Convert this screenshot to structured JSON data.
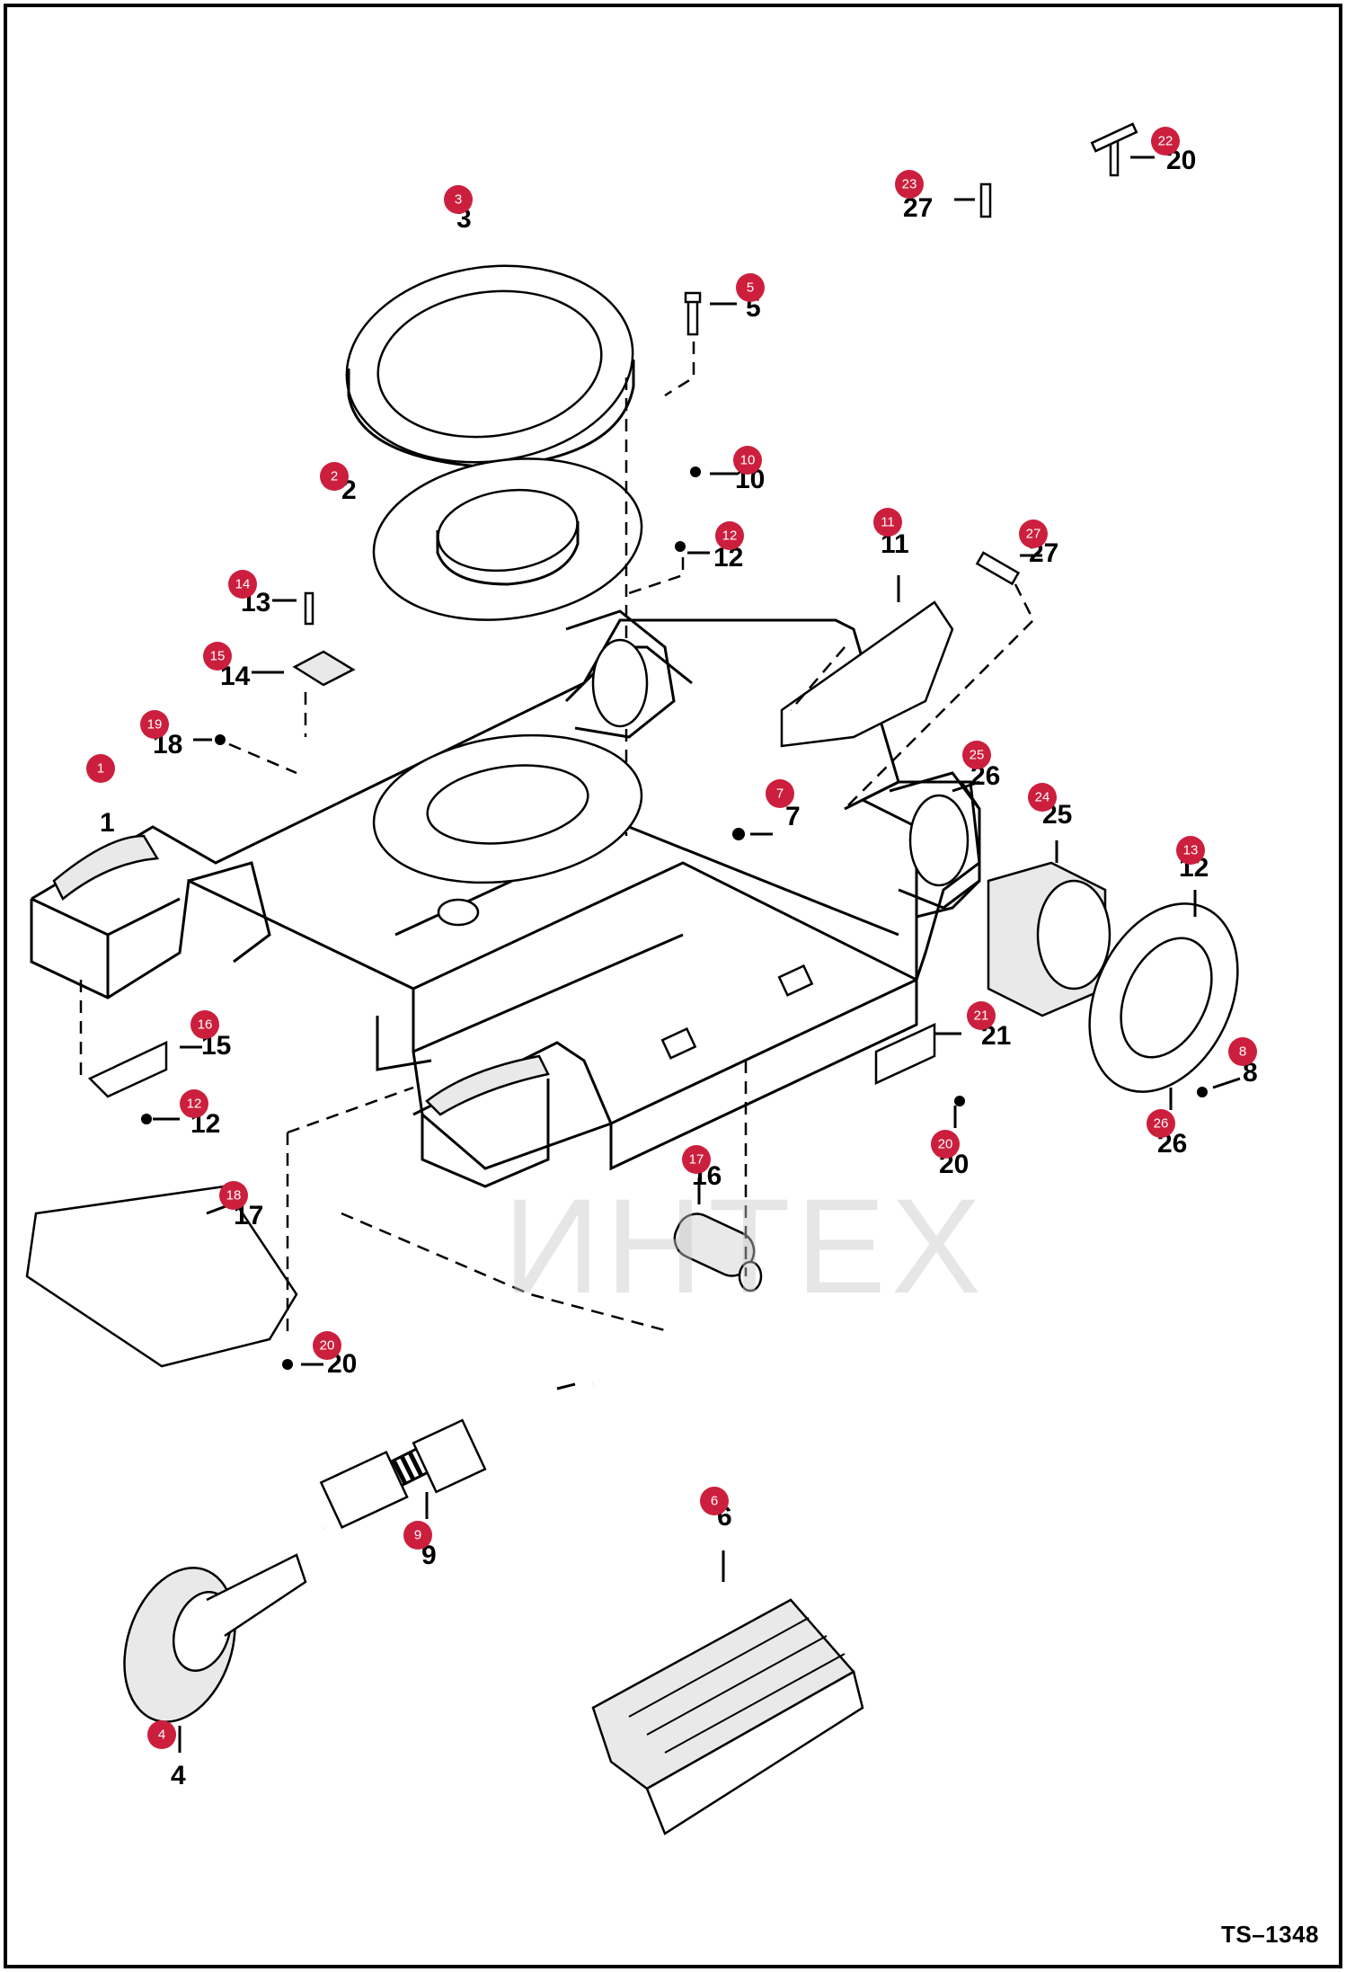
{
  "drawing_ref": "TS–1348",
  "watermark": "ИНТЕХ",
  "badge_color": "#cc1f3d",
  "callouts": [
    {
      "id": "1",
      "label": "1"
    },
    {
      "id": "2",
      "label": "2"
    },
    {
      "id": "3",
      "label": "3"
    },
    {
      "id": "4",
      "label": "4"
    },
    {
      "id": "5",
      "label": "5"
    },
    {
      "id": "6",
      "label": "6"
    },
    {
      "id": "7",
      "label": "7"
    },
    {
      "id": "8",
      "label": "8"
    },
    {
      "id": "9",
      "label": "9"
    },
    {
      "id": "10",
      "label": "10"
    },
    {
      "id": "11",
      "label": "11"
    },
    {
      "id": "12a",
      "label": "12"
    },
    {
      "id": "12b",
      "label": "12"
    },
    {
      "id": "13",
      "label": "13"
    },
    {
      "id": "14",
      "label": "14"
    },
    {
      "id": "15",
      "label": "15"
    },
    {
      "id": "16",
      "label": "16"
    },
    {
      "id": "17",
      "label": "17"
    },
    {
      "id": "18",
      "label": "18"
    },
    {
      "id": "19",
      "label": "19"
    },
    {
      "id": "20a",
      "label": "20"
    },
    {
      "id": "20b",
      "label": "20"
    },
    {
      "id": "21",
      "label": "21"
    },
    {
      "id": "22",
      "label": "22"
    },
    {
      "id": "23",
      "label": "23"
    },
    {
      "id": "24",
      "label": "24"
    },
    {
      "id": "25",
      "label": "25"
    },
    {
      "id": "26",
      "label": "26"
    },
    {
      "id": "27",
      "label": "27"
    }
  ]
}
